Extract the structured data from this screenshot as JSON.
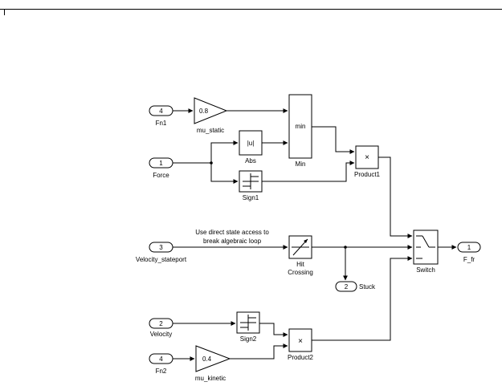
{
  "inports": {
    "fn1": {
      "number": "4",
      "label": "Fn1"
    },
    "force": {
      "number": "1",
      "label": "Force"
    },
    "velocity_stateport": {
      "number": "3",
      "label": "Velocity_stateport"
    },
    "velocity": {
      "number": "2",
      "label": "Velocity"
    },
    "fn2": {
      "number": "4",
      "label": "Fn2"
    }
  },
  "outports": {
    "stuck": {
      "number": "2",
      "label": "Stuck"
    },
    "f_fr": {
      "number": "1",
      "label": "F_fr"
    }
  },
  "blocks": {
    "mu_static": {
      "value": "0.8",
      "label": "mu_static"
    },
    "mu_kinetic": {
      "value": "0.4",
      "label": "mu_kinetic"
    },
    "abs": {
      "symbol": "|u|",
      "label": "Abs"
    },
    "min": {
      "symbol": "min",
      "label": "Min"
    },
    "product1": {
      "symbol": "×",
      "label": "Product1"
    },
    "product2": {
      "symbol": "×",
      "label": "Product2"
    },
    "sign1": {
      "label": "Sign1"
    },
    "sign2": {
      "label": "Sign2"
    },
    "hit_crossing": {
      "label_line1": "Hit",
      "label_line2": "Crossing"
    },
    "switch": {
      "label": "Switch"
    }
  },
  "annotation": {
    "line1": "Use direct state access to",
    "line2": "break algebraic loop"
  }
}
